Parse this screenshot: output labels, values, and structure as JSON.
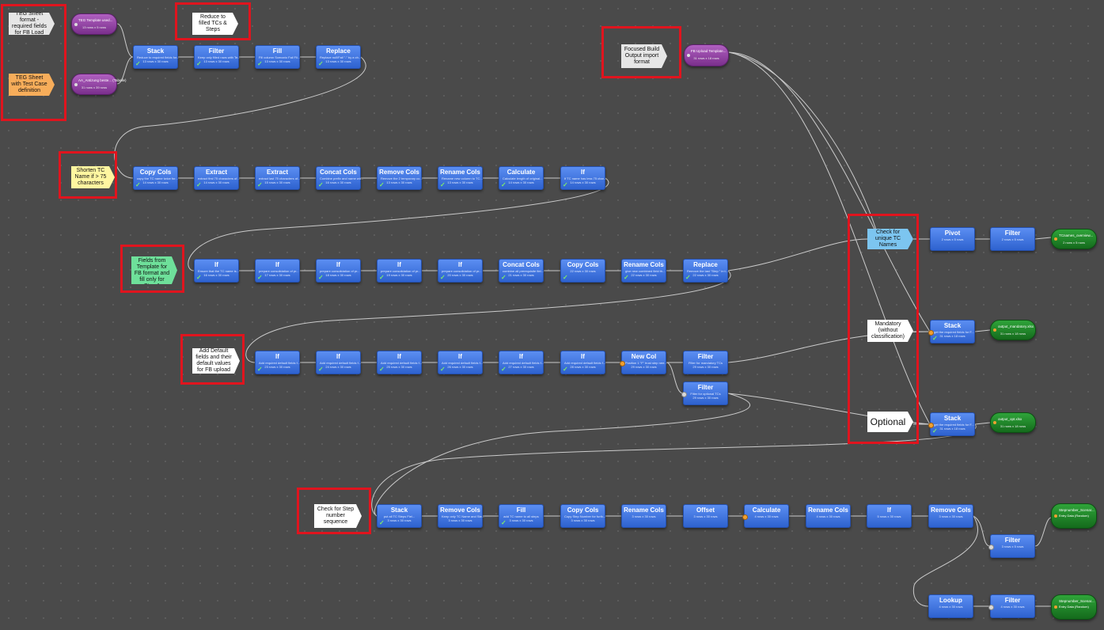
{
  "notes": {
    "teg_format": "TEG Sheet format - required fields for FB Load",
    "teg_sheet": "TEG Sheet with Test Case definition",
    "reduce": "Reduce to filled TCs & Steps",
    "focused_build": "Focused Build Output import format",
    "shorten": "Shorten TC Name if > 75 characters",
    "combine": "Combine Fields from Template for FB format and fill only for Step 1",
    "add_default": "Add Default fields and their default values for FB upload",
    "check_unique": "Check for unique TC Names",
    "mandatory": "Mandatory (without classification)",
    "optional": "Optional",
    "check_step": "Check for Step number sequence"
  },
  "sources": {
    "template": {
      "title": "TEG Template used...",
      "rows": "13 rows x 5 rows"
    },
    "aa": {
      "title": "AA_Antizung beste... (Tabelle)",
      "rows": "31 rows x 39 rows"
    },
    "upload": {
      "title": "FB Upload Template...",
      "rows": "31 rows x 18 rows"
    }
  },
  "rows": {
    "r1": [
      {
        "label": "Stack",
        "desc": "Reduce to required fields for...",
        "rows": "13 rows x 30 rows"
      },
      {
        "label": "Filter",
        "desc": "Keep only filled rows with Te...",
        "rows": "13 rows x 30 rows"
      },
      {
        "label": "Fill",
        "desc": "Fill column Scenario Fail Fil...",
        "rows": "13 rows x 30 rows"
      },
      {
        "label": "Replace",
        "desc": "Replace null/Fail \"-\" by a ch...",
        "rows": "13 rows x 30 rows"
      }
    ],
    "r2": [
      {
        "label": "Copy Cols",
        "desc": "copy the TC name twice for...",
        "rows": "14 rows x 30 rows"
      },
      {
        "label": "Extract",
        "desc": "extract first 75 characters of...",
        "rows": "14 rows x 30 rows"
      },
      {
        "label": "Extract",
        "desc": "extract last 75 characters of...",
        "rows": "15 rows x 30 rows"
      },
      {
        "label": "Concat Cols",
        "desc": "Combine prefix and name wit...",
        "rows": "16 rows x 30 rows"
      },
      {
        "label": "Remove Cols",
        "desc": "Remove the 2 temporary co...",
        "rows": "13 rows x 30 rows"
      },
      {
        "label": "Rename Cols",
        "desc": "Rename new column to TC...",
        "rows": "13 rows x 30 rows"
      },
      {
        "label": "Calculate",
        "desc": "Calculate length of original...",
        "rows": "14 rows x 30 rows"
      },
      {
        "label": "If",
        "desc": "If TC name has less 75 char...",
        "rows": "14 rows x 30 rows"
      }
    ],
    "r3": [
      {
        "label": "If",
        "desc": "Ensure that the TC name is...",
        "rows": "16 rows x 30 rows"
      },
      {
        "label": "If",
        "desc": "prepare consolidation of pr...",
        "rows": "17 rows x 30 rows"
      },
      {
        "label": "If",
        "desc": "prepare consolidation of pr...",
        "rows": "18 rows x 30 rows"
      },
      {
        "label": "If",
        "desc": "prepare consolidation of pr...",
        "rows": "19 rows x 30 rows"
      },
      {
        "label": "If",
        "desc": "prepare consolidation of pr...",
        "rows": "20 rows x 30 rows"
      },
      {
        "label": "Concat Cols",
        "desc": "combine all prerequisite fiel...",
        "rows": "21 rows x 30 rows"
      },
      {
        "label": "Copy Cols",
        "desc": "",
        "rows": "22 rows x 30 rows"
      },
      {
        "label": "Rename Cols",
        "desc": "give new combined field th...",
        "rows": "22 rows x 30 rows"
      },
      {
        "label": "Replace",
        "desc": "Remove the last \"Step \" in t...",
        "rows": "22 rows x 30 rows"
      }
    ],
    "r4": [
      {
        "label": "If",
        "desc": "Add required default fields f...",
        "rows": "23 rows x 30 rows"
      },
      {
        "label": "If",
        "desc": "Add required default fields f...",
        "rows": "24 rows x 30 rows"
      },
      {
        "label": "If",
        "desc": "Add required default fields f...",
        "rows": "25 rows x 30 rows"
      },
      {
        "label": "If",
        "desc": "Add required default fields f...",
        "rows": "26 rows x 30 rows"
      },
      {
        "label": "If",
        "desc": "Add required default fields f...",
        "rows": "27 rows x 30 rows"
      },
      {
        "label": "If",
        "desc": "Add required default fields f...",
        "rows": "28 rows x 30 rows"
      },
      {
        "label": "New Col",
        "desc": "Position 1 \"F\" trust step nee...",
        "rows": "29 rows x 30 rows"
      },
      {
        "label": "Filter",
        "desc": "Filter for mandatory TCs",
        "rows": "29 rows x 30 rows"
      }
    ],
    "filter_opt": {
      "label": "Filter",
      "desc": "Filter for optional TCs",
      "rows": "29 rows x 30 rows"
    },
    "r5": [
      {
        "label": "Stack",
        "desc": "put all TC Steps Fiel...",
        "rows": "3 rows x 30 rows"
      },
      {
        "label": "Remove Cols",
        "desc": "Keep only TC Name and Ste...",
        "rows": "3 rows x 30 rows"
      },
      {
        "label": "Fill",
        "desc": "add TC name to all steps",
        "rows": "3 rows x 30 rows"
      },
      {
        "label": "Copy Cols",
        "desc": "Copy Step Number for furth...",
        "rows": "3 rows x 30 rows"
      },
      {
        "label": "Rename Cols",
        "desc": "",
        "rows": "3 rows x 30 rows"
      },
      {
        "label": "Offset",
        "desc": "",
        "rows": "3 rows x 30 rows"
      },
      {
        "label": "Calculate",
        "desc": "",
        "rows": "4 rows x 30 rows"
      },
      {
        "label": "Rename Cols",
        "desc": "",
        "rows": "4 rows x 30 rows"
      },
      {
        "label": "If",
        "desc": "",
        "rows": "5 rows x 30 rows"
      },
      {
        "label": "Remove Cols",
        "desc": "",
        "rows": "3 rows x 30 rows"
      }
    ],
    "right": {
      "pivot": {
        "label": "Pivot",
        "desc": "",
        "rows": "2 rows x 5 rows"
      },
      "filter_u": {
        "label": "Filter",
        "desc": "",
        "rows": "2 rows x 5 rows"
      },
      "stack_m": {
        "label": "Stack",
        "desc": "get the required fields for F...",
        "rows": "31 rows x 18 rows"
      },
      "stack_o": {
        "label": "Stack",
        "desc": "get the required fields for F...",
        "rows": "31 rows x 18 rows"
      },
      "filter_s": {
        "label": "Filter",
        "desc": "",
        "rows": "3 rows x 5 rows"
      },
      "lookup": {
        "label": "Lookup",
        "desc": "",
        "rows": "4 rows x 30 rows"
      },
      "filter_l": {
        "label": "Filter",
        "desc": "",
        "rows": "4 rows x 30 rows"
      }
    }
  },
  "outputs": {
    "tcnames": {
      "title": "TCnames_overview...",
      "rows": "2 rows x 5 rows"
    },
    "mand": {
      "title": "output_mandatory.xlsx",
      "rows": "31 rows x 18 rows"
    },
    "opt": {
      "title": "output_opt.xlsx",
      "rows": "31 rows x 18 rows"
    },
    "stepnum1": {
      "title": "Stepnumber_Scenar...",
      "sub": "Entry Data (Random)"
    },
    "stepnum2": {
      "title": "Stepnumber_Scenar...",
      "sub": "Entry Data (Random)"
    }
  },
  "colors": {
    "node": "#3b74e6",
    "source": "#8e3fa0",
    "output": "#1f8a2a",
    "highlight": "#e0141e",
    "canvas": "#4a4a4a"
  }
}
